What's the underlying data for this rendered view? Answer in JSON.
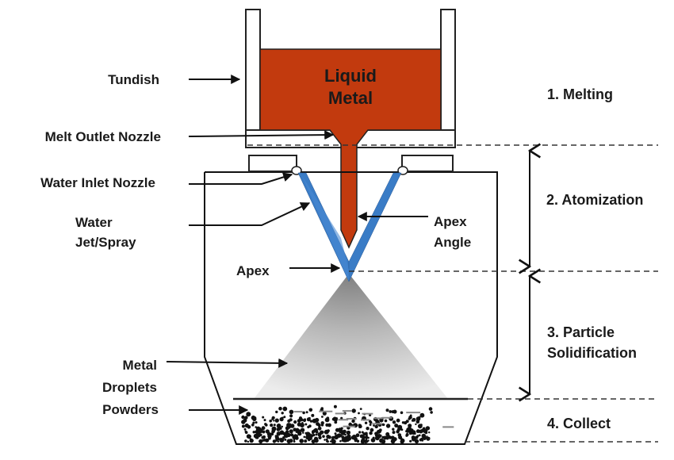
{
  "title": "Water atomization process diagram",
  "colors": {
    "liquid_metal": "#c23a0e",
    "water_jet": "#3a7cc6",
    "outline": "#222222",
    "particle_cloud": "#9a9a9a"
  },
  "components": {
    "tundish": "Tundish",
    "melt_outlet_nozzle": "Melt Outlet Nozzle",
    "water_inlet_nozzle": "Water Inlet Nozzle",
    "water_jet_line1": "Water",
    "water_jet_line2": "Jet/Spray",
    "apex": "Apex",
    "apex_angle_line1": "Apex",
    "apex_angle_line2": "Angle",
    "metal_droplets_line1": "Metal",
    "metal_droplets_line2": "Droplets",
    "powders": "Powders",
    "liquid_metal_line1": "Liquid",
    "liquid_metal_line2": "Metal"
  },
  "stages": {
    "melting": "1. Melting",
    "atomization": "2. Atomization",
    "solidification_line1": "3. Particle",
    "solidification_line2": "Solidification",
    "collect": "4. Collect"
  }
}
